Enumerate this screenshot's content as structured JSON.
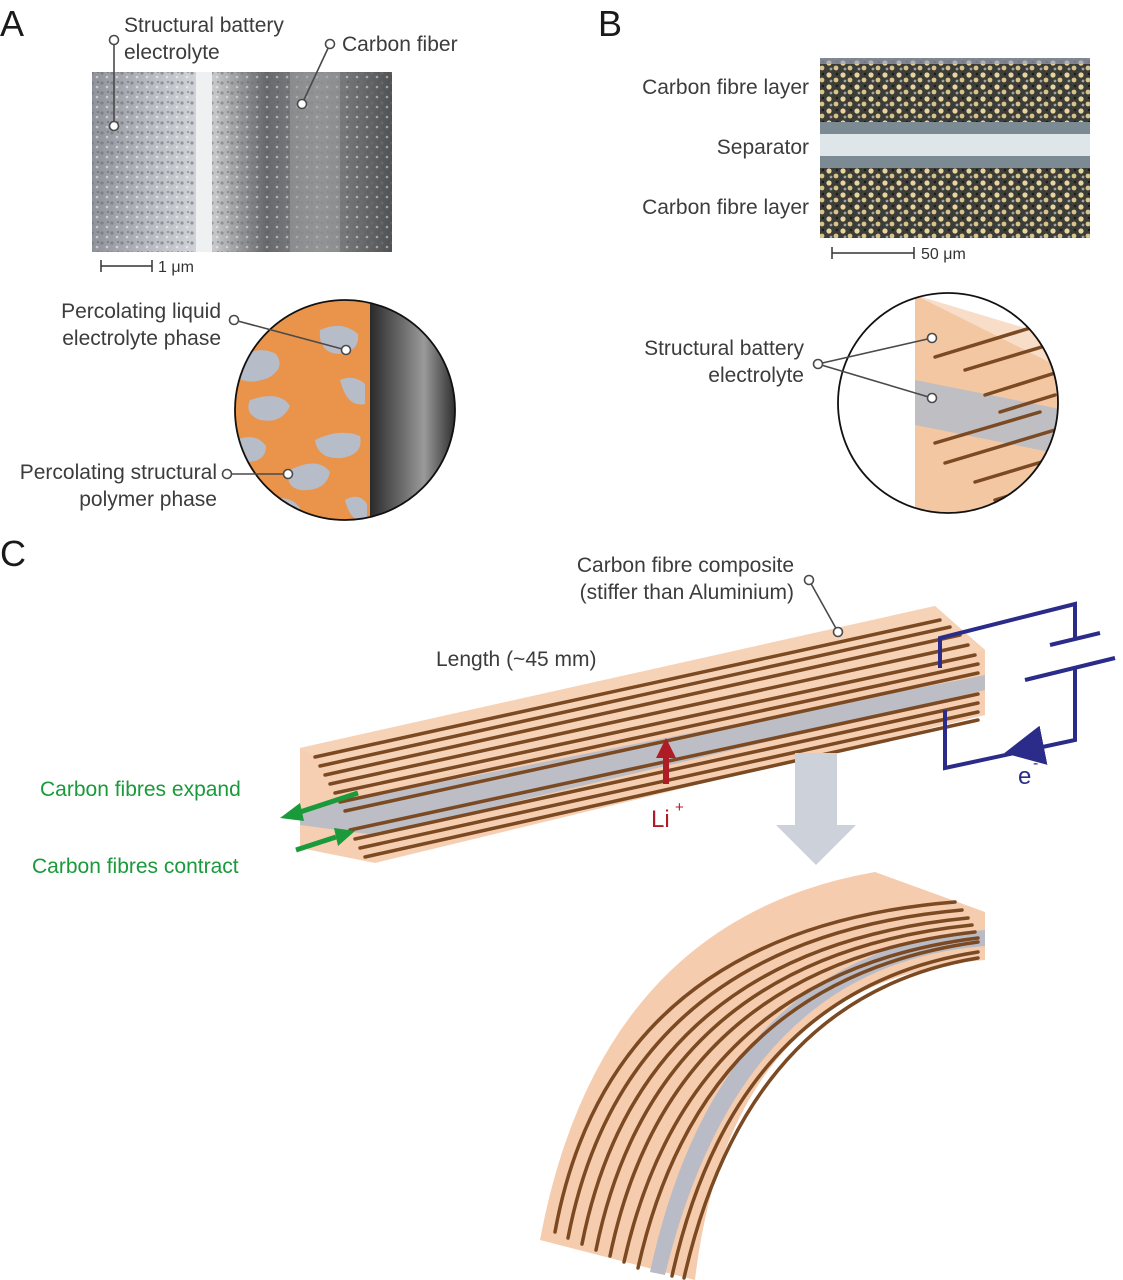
{
  "panels": {
    "a": "A",
    "b": "B",
    "c": "C"
  },
  "panel_a": {
    "label_electrolyte_1": "Structural battery",
    "label_electrolyte_2": "electrolyte",
    "label_carbon_fiber": "Carbon fiber",
    "scale_bar": "1 μm",
    "label_liquid_1": "Percolating liquid",
    "label_liquid_2": "electrolyte phase",
    "label_polymer_1": "Percolating structural",
    "label_polymer_2": "polymer phase"
  },
  "panel_b": {
    "label_top_layer": "Carbon fibre layer",
    "label_separator": "Separator",
    "label_bottom_layer": "Carbon fibre layer",
    "scale_bar": "50 μm",
    "label_electrolyte_1": "Structural battery",
    "label_electrolyte_2": "electrolyte"
  },
  "panel_c": {
    "label_composite_1": "Carbon fibre composite",
    "label_composite_2": "(stiffer than Aluminium)",
    "label_length": "Length (~45 mm)",
    "label_expand": "Carbon fibres expand",
    "label_contract": "Carbon fibres contract",
    "label_li": "Li",
    "label_li_sup": "+",
    "label_e": "e",
    "label_e_sup": "-"
  },
  "colors": {
    "fiber": "#7b4a23",
    "matrix": "#f4c7a4",
    "separator": "#b9bcc6",
    "orange_phase": "#e9944a",
    "circuit": "#2b2c8a",
    "li_arrow": "#b01c26",
    "strain_arrow": "#1a9a3a"
  }
}
